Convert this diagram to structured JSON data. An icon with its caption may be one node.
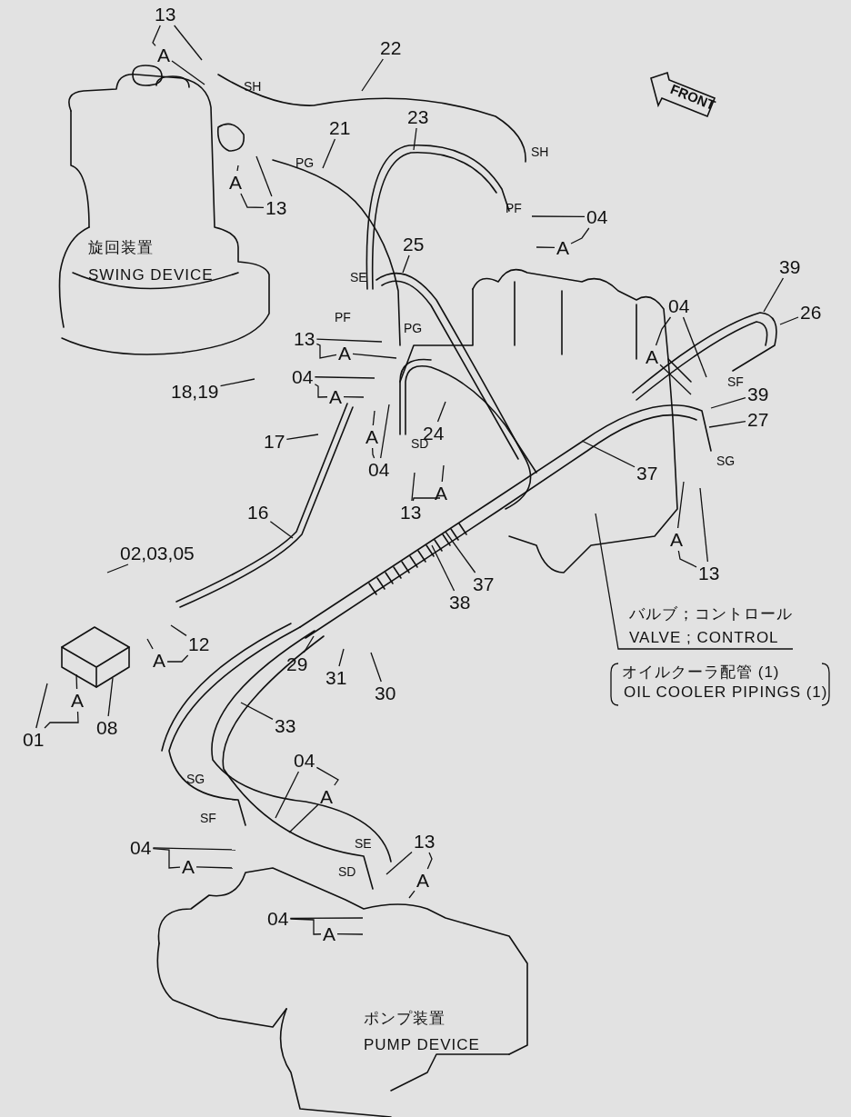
{
  "diagram": {
    "nodes": [
      {
        "text": [
          "13"
        ]
      },
      {
        "text": [
          "A"
        ]
      },
      {
        "text": [
          "22"
        ]
      },
      {
        "text": [
          "23"
        ]
      },
      {
        "text": [
          "21"
        ]
      },
      {
        "text": [
          "13"
        ]
      },
      {
        "text": [
          "A"
        ]
      },
      {
        "text": [
          "04"
        ]
      },
      {
        "text": [
          "A"
        ]
      },
      {
        "text": [
          "25"
        ]
      },
      {
        "text": [
          "13"
        ]
      },
      {
        "text": [
          "A"
        ]
      },
      {
        "text": [
          "04"
        ]
      },
      {
        "text": [
          "A"
        ]
      },
      {
        "text": [
          "18,19"
        ]
      },
      {
        "text": [
          "04"
        ]
      },
      {
        "text": [
          "A"
        ]
      },
      {
        "text": [
          "39"
        ]
      },
      {
        "text": [
          "26"
        ]
      },
      {
        "text": [
          "39"
        ]
      },
      {
        "text": [
          "27"
        ]
      },
      {
        "text": [
          "17"
        ]
      },
      {
        "text": [
          "A"
        ]
      },
      {
        "text": [
          "24"
        ]
      },
      {
        "text": [
          "04"
        ]
      },
      {
        "text": [
          "37"
        ]
      },
      {
        "text": [
          "13"
        ]
      },
      {
        "text": [
          "A"
        ]
      },
      {
        "text": [
          "16"
        ]
      },
      {
        "text": [
          "A"
        ]
      },
      {
        "text": [
          "13"
        ]
      },
      {
        "text": [
          "02,03,05"
        ]
      },
      {
        "text": [
          "37"
        ]
      },
      {
        "text": [
          "38"
        ]
      },
      {
        "text": [
          "12"
        ]
      },
      {
        "text": [
          "A"
        ]
      },
      {
        "text": [
          "バルブ；コントロール",
          "VALVE ; CONTROL"
        ]
      },
      {
        "text": [
          "29"
        ]
      },
      {
        "text": [
          "31"
        ]
      },
      {
        "text": [
          "30"
        ]
      },
      {
        "text": [
          "A"
        ]
      },
      {
        "text": [
          "08"
        ]
      },
      {
        "text": [
          "01"
        ]
      },
      {
        "text": [
          "33"
        ]
      },
      {
        "text": [
          "04"
        ]
      },
      {
        "text": [
          "A"
        ]
      },
      {
        "text": [
          "04"
        ]
      },
      {
        "text": [
          "A"
        ]
      },
      {
        "text": [
          "13"
        ]
      },
      {
        "text": [
          "A"
        ]
      },
      {
        "text": [
          "04"
        ]
      },
      {
        "text": [
          "A"
        ]
      }
    ],
    "edges": [
      {
        "from": 0,
        "to": null,
        "arrow": "none"
      },
      {
        "from": 1,
        "to": null,
        "arrow": "none"
      },
      {
        "from": 2,
        "to": null,
        "arrow": "none"
      },
      {
        "from": 3,
        "to": null,
        "arrow": "none"
      },
      {
        "from": 4,
        "to": null,
        "arrow": "none"
      },
      {
        "from": 5,
        "to": null,
        "arrow": "none"
      },
      {
        "from": 6,
        "to": null,
        "arrow": "none"
      },
      {
        "from": 7,
        "to": null,
        "arrow": "none"
      },
      {
        "from": 8,
        "to": null,
        "arrow": "none"
      },
      {
        "from": 9,
        "to": null,
        "arrow": "none"
      },
      {
        "from": 10,
        "to": null,
        "arrow": "none"
      },
      {
        "from": 11,
        "to": null,
        "arrow": "none"
      },
      {
        "from": 12,
        "to": null,
        "arrow": "none"
      },
      {
        "from": 13,
        "to": null,
        "arrow": "none"
      },
      {
        "from": 14,
        "to": null,
        "arrow": "none"
      },
      {
        "from": 15,
        "to": null,
        "arrow": "none"
      },
      {
        "from": 16,
        "to": null,
        "arrow": "none"
      },
      {
        "from": 17,
        "to": null,
        "arrow": "none"
      },
      {
        "from": 18,
        "to": null,
        "arrow": "none"
      },
      {
        "from": 19,
        "to": null,
        "arrow": "none"
      },
      {
        "from": 20,
        "to": null,
        "arrow": "none"
      },
      {
        "from": 21,
        "to": null,
        "arrow": "none"
      },
      {
        "from": 22,
        "to": null,
        "arrow": "none"
      },
      {
        "from": 23,
        "to": null,
        "arrow": "none"
      },
      {
        "from": 24,
        "to": null,
        "arrow": "none"
      },
      {
        "from": 25,
        "to": null,
        "arrow": "none"
      },
      {
        "from": 26,
        "to": null,
        "arrow": "none"
      },
      {
        "from": 27,
        "to": null,
        "arrow": "none"
      },
      {
        "from": 28,
        "to": null,
        "arrow": "none"
      },
      {
        "from": 29,
        "to": null,
        "arrow": "none"
      },
      {
        "from": 30,
        "to": null,
        "arrow": "none"
      },
      {
        "from": 31,
        "to": null,
        "arrow": "none"
      },
      {
        "from": 32,
        "to": null,
        "arrow": "none"
      },
      {
        "from": 33,
        "to": null,
        "arrow": "none"
      },
      {
        "from": 34,
        "to": null,
        "arrow": "none"
      },
      {
        "from": 35,
        "to": null,
        "arrow": "none"
      },
      {
        "from": 36,
        "to": null,
        "arrow": "none"
      },
      {
        "from": 37,
        "to": null,
        "arrow": "none"
      },
      {
        "from": 38,
        "to": null,
        "arrow": "none"
      },
      {
        "from": 39,
        "to": null,
        "arrow": "none"
      },
      {
        "from": 40,
        "to": null,
        "arrow": "none"
      },
      {
        "from": 41,
        "to": null,
        "arrow": "none"
      },
      {
        "from": 42,
        "to": null,
        "arrow": "none"
      },
      {
        "from": 43,
        "to": null,
        "arrow": "none"
      },
      {
        "from": 44,
        "to": null,
        "arrow": "none"
      },
      {
        "from": 45,
        "to": null,
        "arrow": "none"
      },
      {
        "from": 46,
        "to": null,
        "arrow": "none"
      },
      {
        "from": 47,
        "to": null,
        "arrow": "none"
      },
      {
        "from": 48,
        "to": null,
        "arrow": "none"
      },
      {
        "from": 49,
        "to": null,
        "arrow": "none"
      },
      {
        "from": 50,
        "to": null,
        "arrow": "none"
      },
      {
        "from": 51,
        "to": null,
        "arrow": "none"
      },
      {
        "from": 0,
        "to": 1,
        "arrow": "none"
      },
      {
        "from": 5,
        "to": 6,
        "arrow": "none"
      },
      {
        "from": 7,
        "to": 8,
        "arrow": "none"
      },
      {
        "from": 10,
        "to": 11,
        "arrow": "none"
      },
      {
        "from": 12,
        "to": 13,
        "arrow": "none"
      },
      {
        "from": 15,
        "to": 16,
        "arrow": "none"
      },
      {
        "from": 24,
        "to": 22,
        "arrow": "none"
      },
      {
        "from": 26,
        "to": 27,
        "arrow": "none"
      },
      {
        "from": 30,
        "to": 29,
        "arrow": "none"
      },
      {
        "from": 34,
        "to": 35,
        "arrow": "none"
      },
      {
        "from": 42,
        "to": 40,
        "arrow": "none"
      },
      {
        "from": 44,
        "to": 45,
        "arrow": "none"
      },
      {
        "from": 46,
        "to": 47,
        "arrow": "none"
      },
      {
        "from": 48,
        "to": 49,
        "arrow": "none"
      },
      {
        "from": 50,
        "to": 51,
        "arrow": "none"
      }
    ],
    "labels": [
      "SH",
      "FRONT",
      "SH",
      "PG",
      "PF",
      "旋回装置",
      "SWING DEVICE",
      "SE",
      "PF",
      "PG",
      "SF",
      "SD",
      "SG",
      "オイルクーラ配管 (1)",
      "OIL COOLER PIPINGS (1)",
      "SG",
      "SF",
      "SE",
      "SD",
      "ポンプ装置",
      "PUMP DEVICE"
    ]
  }
}
